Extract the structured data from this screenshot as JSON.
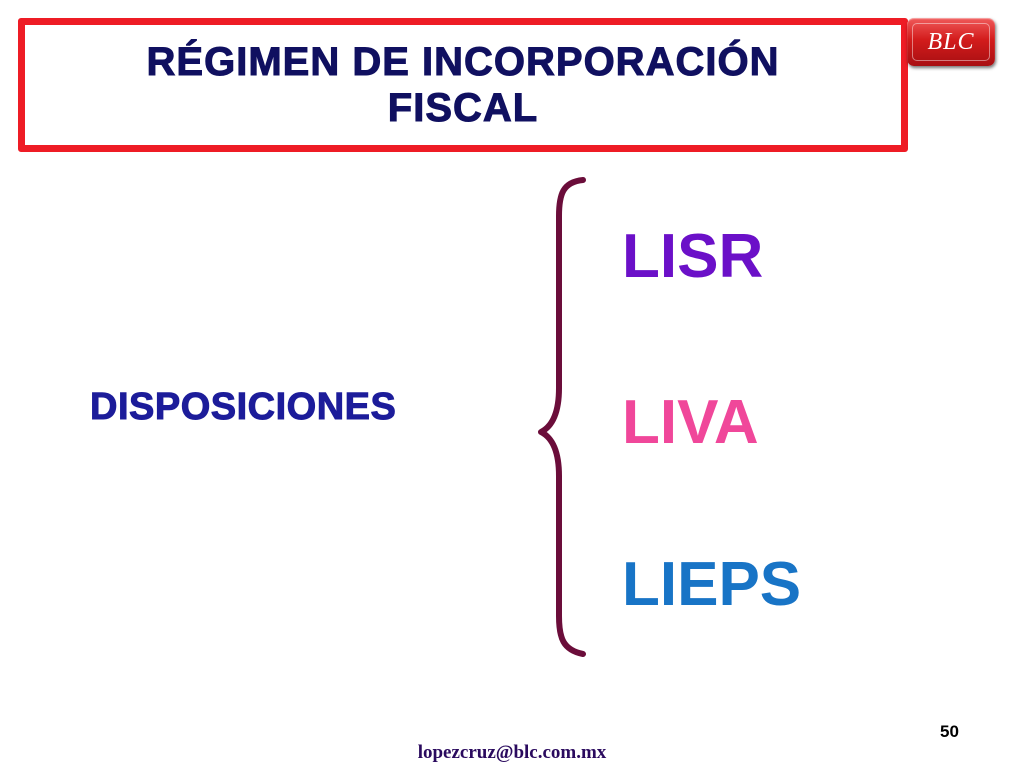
{
  "title": {
    "line1": "RÉGIMEN DE INCORPORACIÓN",
    "line2": "FISCAL"
  },
  "logo": {
    "text": "BLC",
    "color": "#d31c1c"
  },
  "main": {
    "label": "DISPOSICIONES",
    "items": [
      {
        "label": "LISR",
        "color": "#6b10c8"
      },
      {
        "label": "LIVA",
        "color": "#f0479a"
      },
      {
        "label": "LIEPS",
        "color": "#1874c6"
      }
    ]
  },
  "footer": {
    "page_number": "50",
    "email": "lopezcruz@blc.com.mx"
  },
  "colors": {
    "title_border": "#ee1c25",
    "title_text": "#101060",
    "brace": "#6b0d3a"
  }
}
